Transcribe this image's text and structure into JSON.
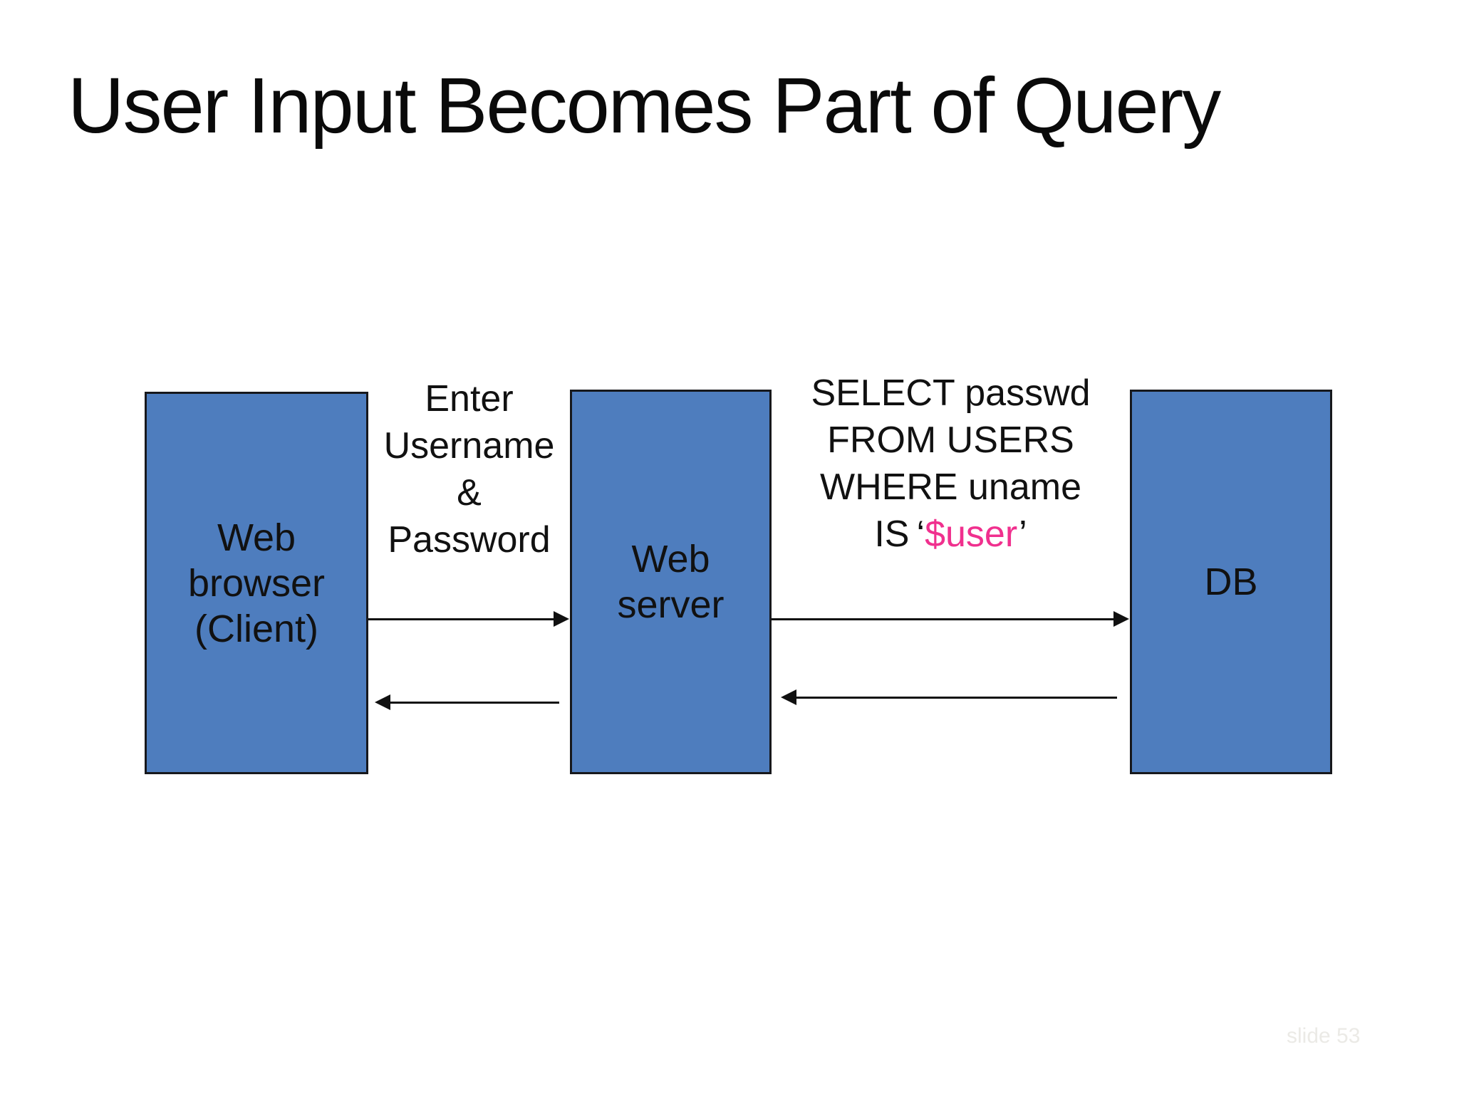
{
  "slide": {
    "title": "User Input Becomes Part of Query",
    "slide_number": "slide 53"
  },
  "diagram": {
    "nodes": [
      {
        "id": "web-browser",
        "lines": [
          "Web",
          "browser",
          "(Client)"
        ]
      },
      {
        "id": "web-server",
        "lines": [
          "Web",
          "server"
        ]
      },
      {
        "id": "db",
        "lines": [
          "DB"
        ]
      }
    ],
    "messages": {
      "credentials": {
        "lines": [
          "Enter",
          "Username",
          "&",
          "Password"
        ]
      },
      "query": {
        "lines": [
          "SELECT passwd",
          "FROM USERS",
          "WHERE uname"
        ],
        "last_line_prefix": "IS",
        "open_quote": "‘",
        "variable": "$user",
        "close_quote": "’"
      }
    },
    "colors": {
      "node_fill": "#4e7dbe",
      "node_border": "#17181c",
      "text": "#111111",
      "variable_highlight": "#f0308e",
      "slide_number": "#ebeae6"
    }
  }
}
